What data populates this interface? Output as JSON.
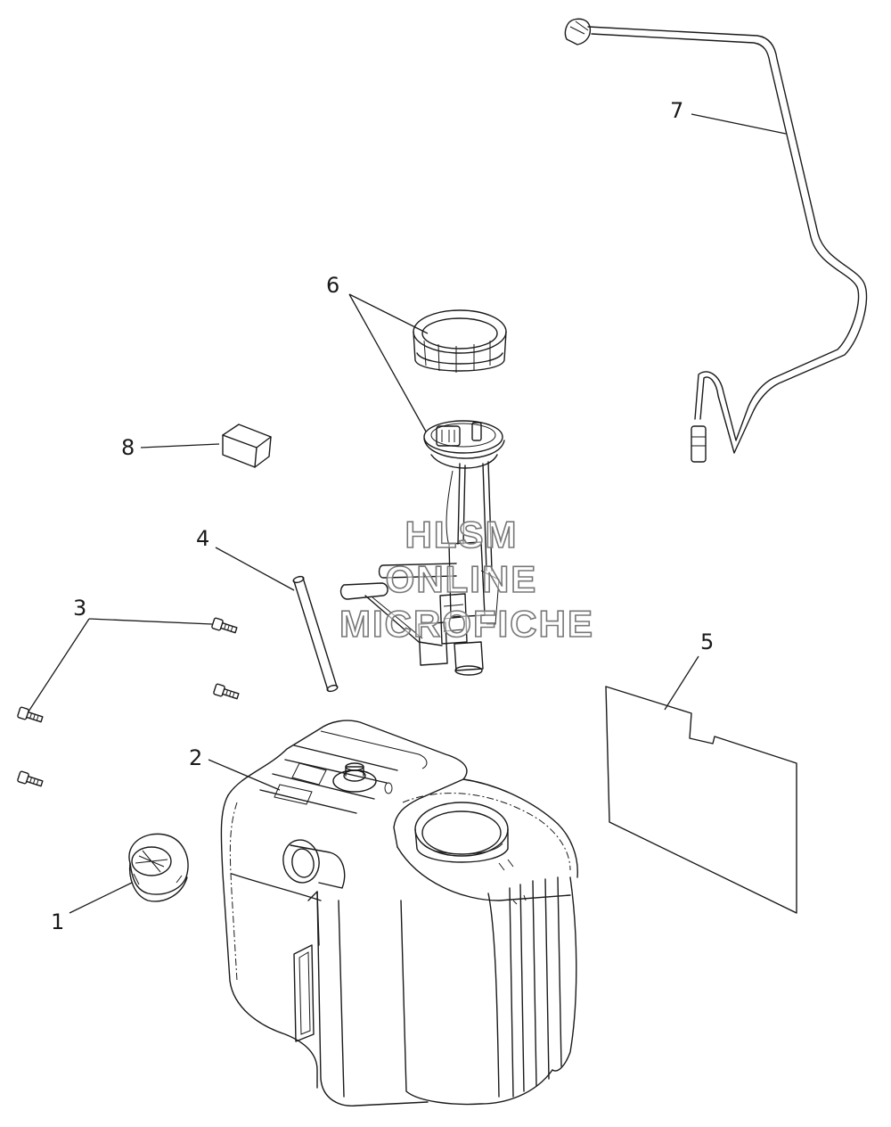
{
  "diagram": {
    "callouts": [
      {
        "id": "1",
        "label": "1"
      },
      {
        "id": "2",
        "label": "2"
      },
      {
        "id": "3",
        "label": "3"
      },
      {
        "id": "4",
        "label": "4"
      },
      {
        "id": "5",
        "label": "5"
      },
      {
        "id": "6",
        "label": "6"
      },
      {
        "id": "7",
        "label": "7"
      },
      {
        "id": "8",
        "label": "8"
      }
    ],
    "watermark": {
      "line1": "HLSM",
      "line2": "ONLINE",
      "line3": "MICROFICHE"
    }
  }
}
